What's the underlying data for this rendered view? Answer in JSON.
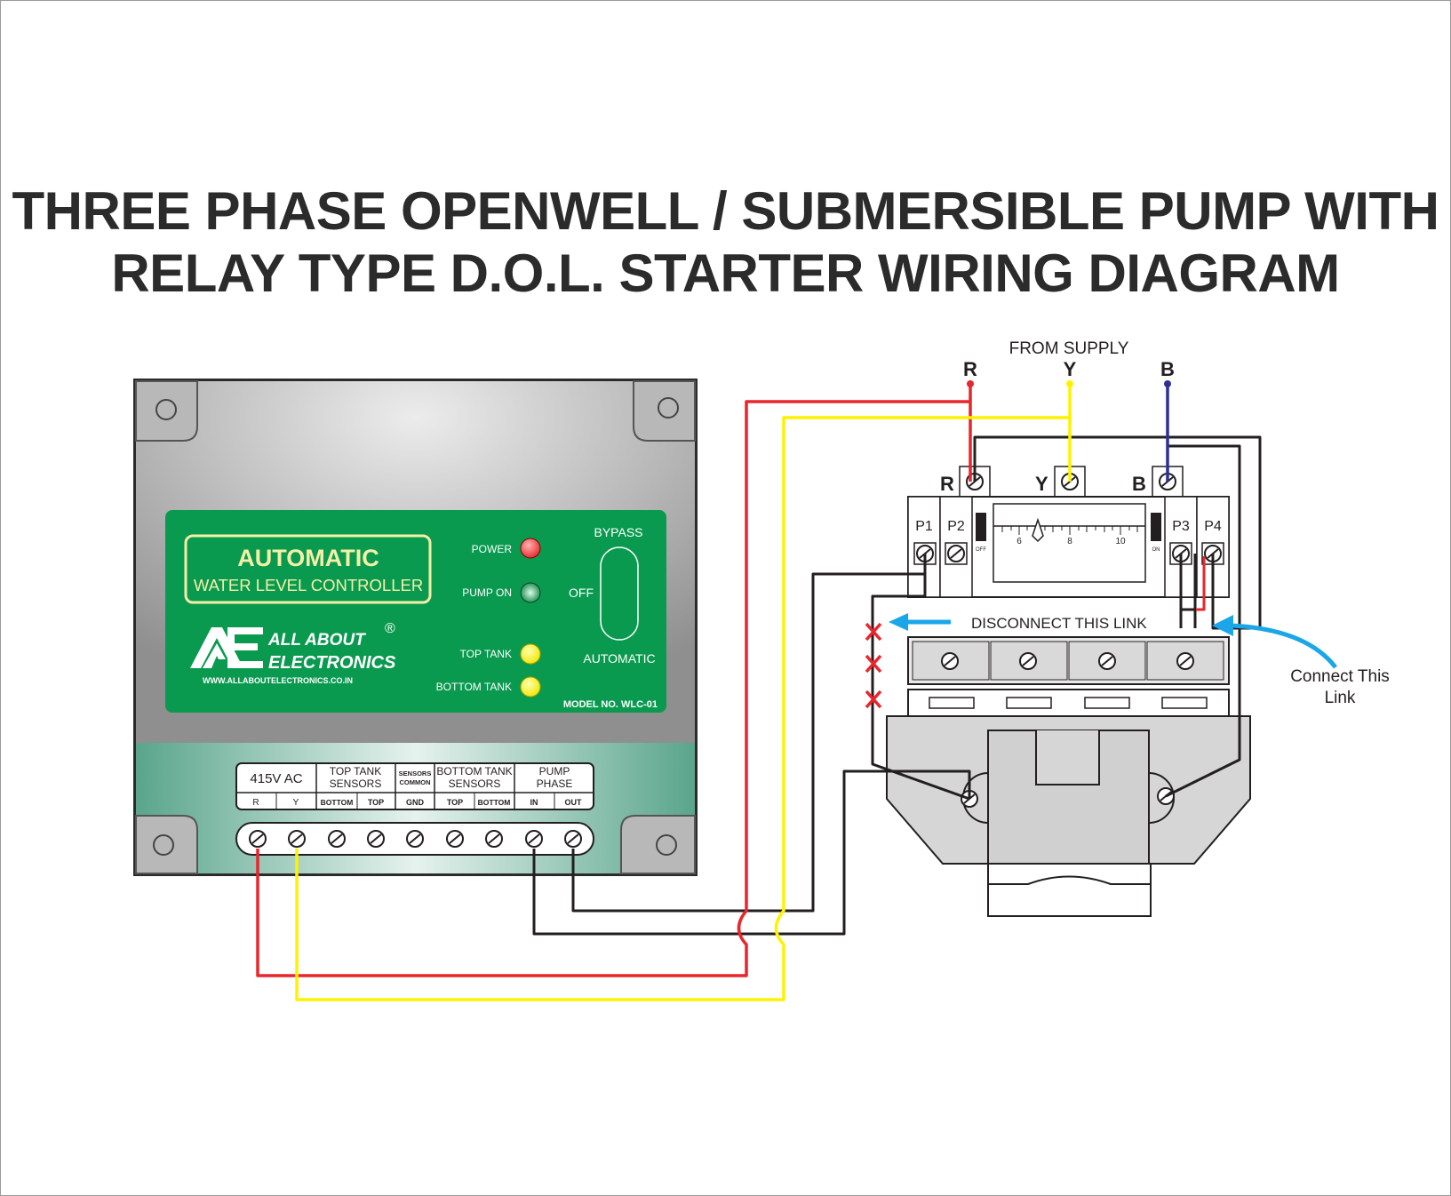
{
  "title": {
    "line1": "THREE PHASE OPENWELL / SUBMERSIBLE PUMP WITH",
    "line2": "RELAY TYPE D.O.L. STARTER WIRING DIAGRAM"
  },
  "controller": {
    "name_line1": "AUTOMATIC",
    "name_line2": "WATER LEVEL CONTROLLER",
    "brand_line1": "ALL ABOUT",
    "brand_line2": "ELECTRONICS",
    "registered": "®",
    "website": "WWW.ALLABOUTELECTRONICS.CO.IN",
    "model": "MODEL NO. WLC-01",
    "indicators": {
      "power": "POWER",
      "pump_on": "PUMP ON",
      "top_tank": "TOP TANK",
      "bottom_tank": "BOTTOM TANK"
    },
    "switch": {
      "bypass": "BYPASS",
      "off": "OFF",
      "automatic": "AUTOMATIC"
    },
    "terminal_groups": {
      "supply": "415V AC",
      "top_sensors_1": "TOP TANK",
      "top_sensors_2": "SENSORS",
      "common_1": "SENSORS",
      "common_2": "COMMON",
      "bottom_sensors_1": "BOTTOM TANK",
      "bottom_sensors_2": "SENSORS",
      "pump_1": "PUMP",
      "pump_2": "PHASE"
    },
    "terminal_labels": [
      "R",
      "Y",
      "BOTTOM",
      "TOP",
      "GND",
      "TOP",
      "BOTTOM",
      "IN",
      "OUT"
    ]
  },
  "starter": {
    "supply_label": "FROM SUPPLY",
    "phases": [
      "R",
      "Y",
      "B"
    ],
    "aux_terminals": [
      "P1",
      "P2",
      "P3",
      "P4"
    ],
    "scale_ticks": [
      "6",
      "8",
      "10"
    ],
    "off_label": "OFF",
    "on_label": "ON",
    "disconnect_note": "DISCONNECT THIS LINK",
    "connect_note_line1": "Connect This",
    "connect_note_line2": "Link"
  },
  "colors": {
    "red_wire": "#e8262b",
    "yellow_wire": "#fff200",
    "blue_wire": "#2e3192",
    "black_wire": "#231f20",
    "panel_green": "#0a9a4f",
    "arrow_blue": "#1aa6e8"
  }
}
